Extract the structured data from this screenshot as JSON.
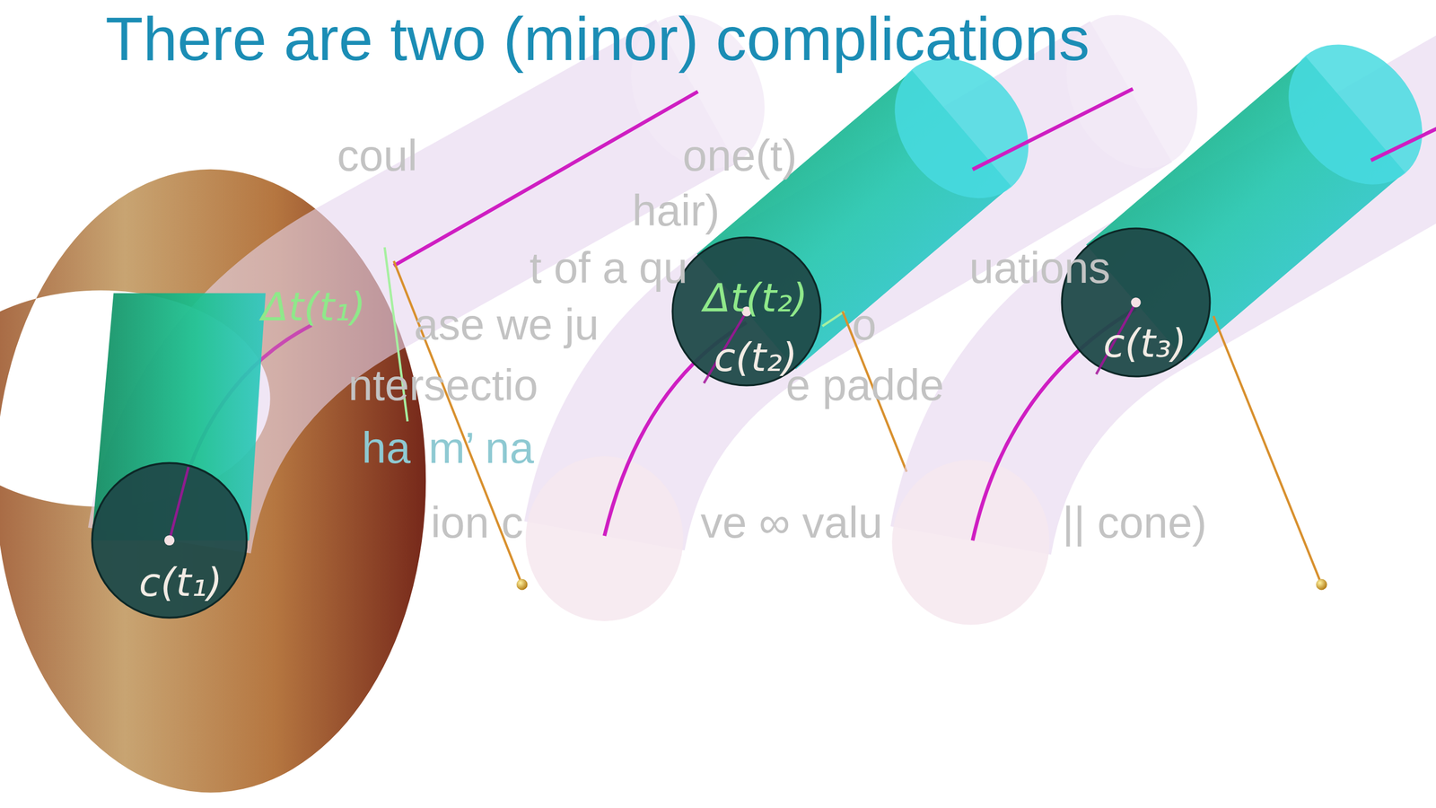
{
  "diagram": {
    "title": "There are two (minor) complications",
    "nodes": [
      {
        "text": [
          "c(t₁)"
        ]
      },
      {
        "text": [
          "c(t₂)"
        ]
      },
      {
        "text": [
          "c(t₃)"
        ]
      }
    ],
    "labels": [
      "Δt(t₁)",
      "Δt(t₂)",
      "coul",
      "one(t)",
      "hair)",
      "t of a qu",
      "uations",
      "ase we ju",
      "o",
      "ntersectio",
      "e padde",
      "ha",
      "m’ na",
      "ion c",
      "ve ∞ valu",
      "|| cone)"
    ]
  }
}
